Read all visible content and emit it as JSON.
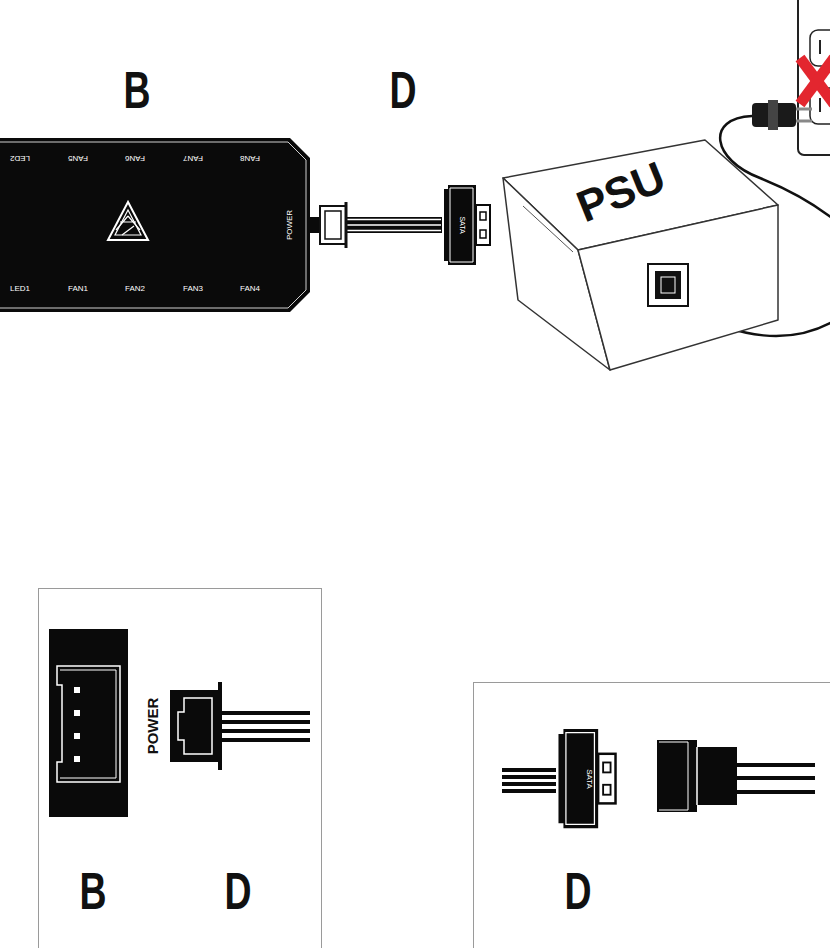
{
  "diagram": {
    "nodes": [
      {
        "text": [
          "LED2",
          "FAN5",
          "FAN6",
          "FAN7",
          "FAN8",
          "LED1",
          "FAN1",
          "FAN2",
          "FAN3",
          "FAN4",
          "POWER"
        ]
      },
      {
        "text": [
          "SATA"
        ]
      },
      {
        "text": [
          "PSU"
        ]
      },
      {
        "text": [
          "POWER",
          "B",
          "D"
        ]
      },
      {
        "text": [
          "D"
        ]
      },
      {
        "text": [
          "SATA"
        ],
        "in": 4
      }
    ],
    "edges": [
      {
        "from": 0,
        "to": 1,
        "arrow": "none"
      }
    ],
    "labels": [
      "B",
      "D"
    ]
  }
}
